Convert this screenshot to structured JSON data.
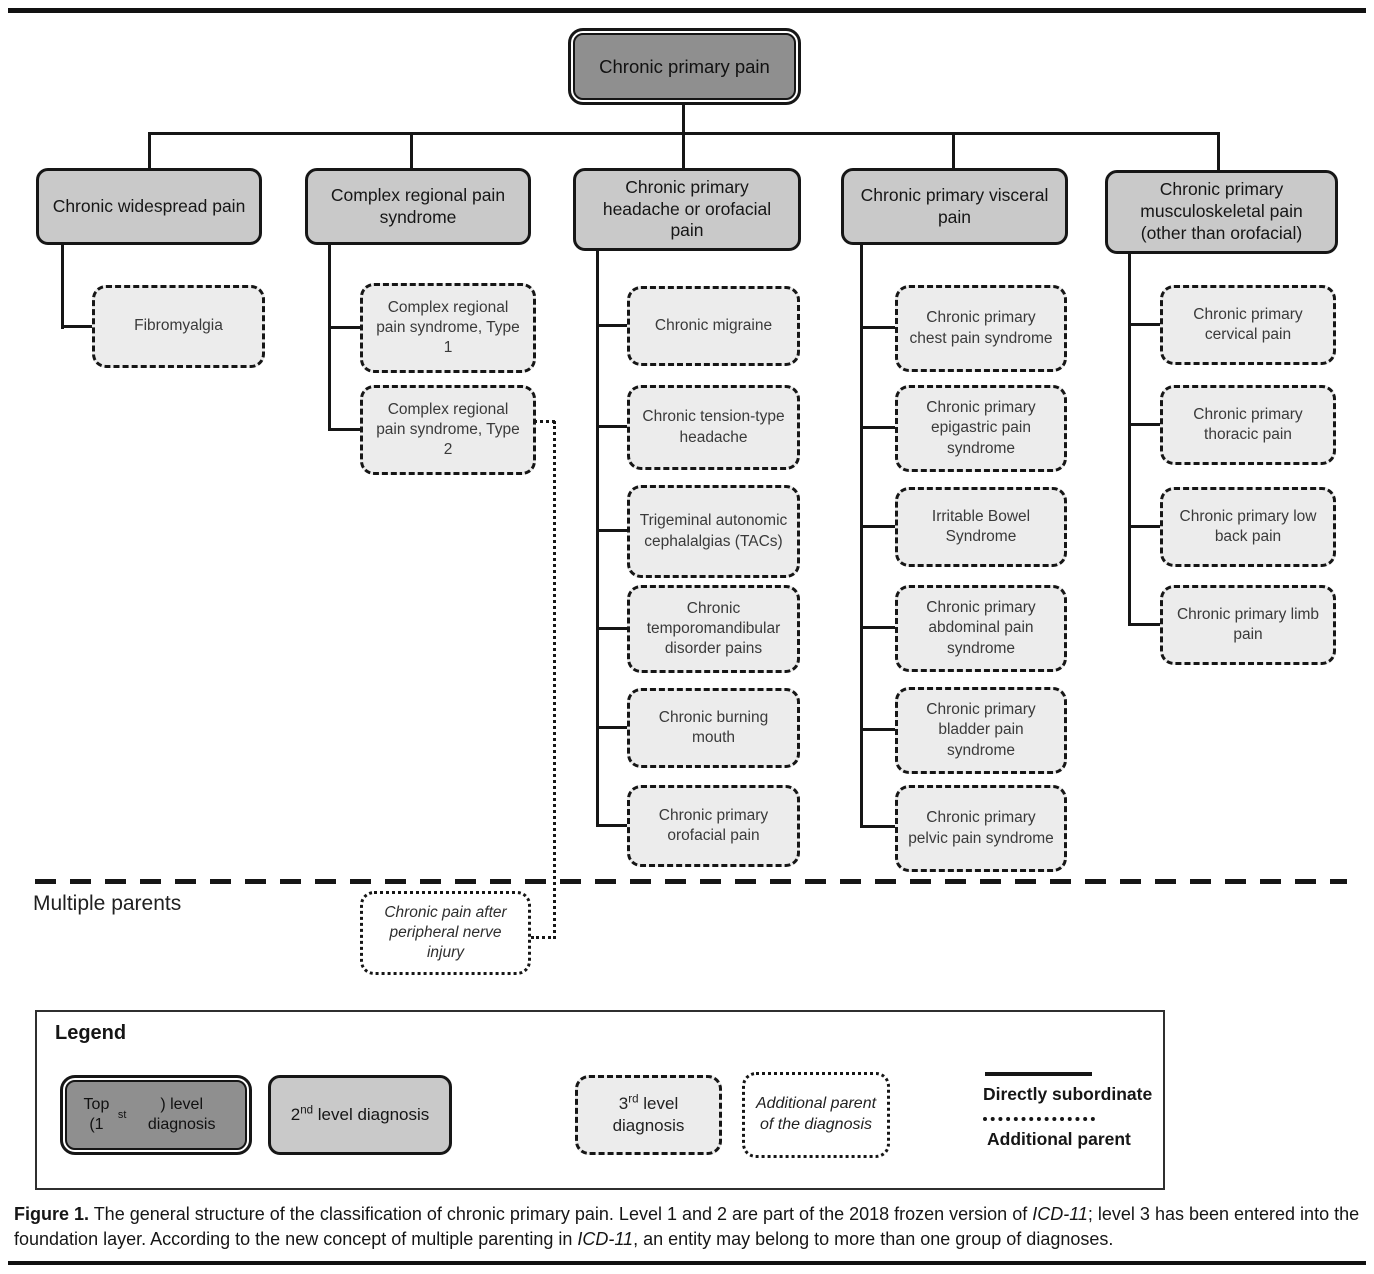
{
  "figure": {
    "root": "Chronic primary pain",
    "level2": [
      "Chronic widespread pain",
      "Complex regional pain syndrome",
      "Chronic primary headache or orofacial pain",
      "Chronic primary visceral pain",
      "Chronic primary musculoskeletal pain (other than orofacial)"
    ],
    "level3": {
      "widespread": [
        "Fibromyalgia"
      ],
      "crps": [
        "Complex regional pain syndrome, Type 1",
        "Complex regional pain syndrome, Type 2"
      ],
      "headache": [
        "Chronic migraine",
        "Chronic tension-type headache",
        "Trigeminal autonomic cephalalgias (TACs)",
        "Chronic temporomandibular disorder pains",
        "Chronic burning mouth",
        "Chronic primary orofacial pain"
      ],
      "visceral": [
        "Chronic primary chest pain syndrome",
        "Chronic primary epigastric pain syndrome",
        "Irritable Bowel Syndrome",
        "Chronic primary abdominal pain syndrome",
        "Chronic primary bladder pain syndrome",
        "Chronic primary pelvic pain syndrome"
      ],
      "musculoskeletal": [
        "Chronic primary cervical pain",
        "Chronic primary thoracic pain",
        "Chronic primary low back pain",
        "Chronic primary limb pain"
      ]
    },
    "multiple_parents_label": "Multiple parents",
    "additional_parent_node": "Chronic pain after peripheral nerve injury"
  },
  "legend": {
    "title": "Legend",
    "top_level": {
      "prefix": "Top (1",
      "sup": "st",
      "suffix": ") level diagnosis"
    },
    "second_level": {
      "prefix": "2",
      "sup": "nd",
      "suffix": " level diagnosis"
    },
    "third_level": {
      "prefix": "3",
      "sup": "rd",
      "suffix": " level diagnosis"
    },
    "additional_parent_box": "Additional parent of the diagnosis",
    "directly_subordinate": "Directly subordinate",
    "additional_parent_line": "Additional parent"
  },
  "caption": {
    "figure_label": "Figure 1.",
    "text_1": " The general structure of the classification of chronic primary pain. Level 1 and 2 are part of the 2018 frozen version of ",
    "icd_1": "ICD-11",
    "text_2": "; level 3 has been entered into the foundation layer. According to the new concept of multiple parenting in ",
    "icd_2": "ICD-11",
    "text_3": ", an entity may belong to more than one group of diagnoses."
  },
  "colors": {
    "level1_fill": "#8f8f8f",
    "level2_fill": "#c9c9c9",
    "level3_fill": "#ececec",
    "additional_parent_fill": "#ffffff",
    "line": "#161616"
  }
}
